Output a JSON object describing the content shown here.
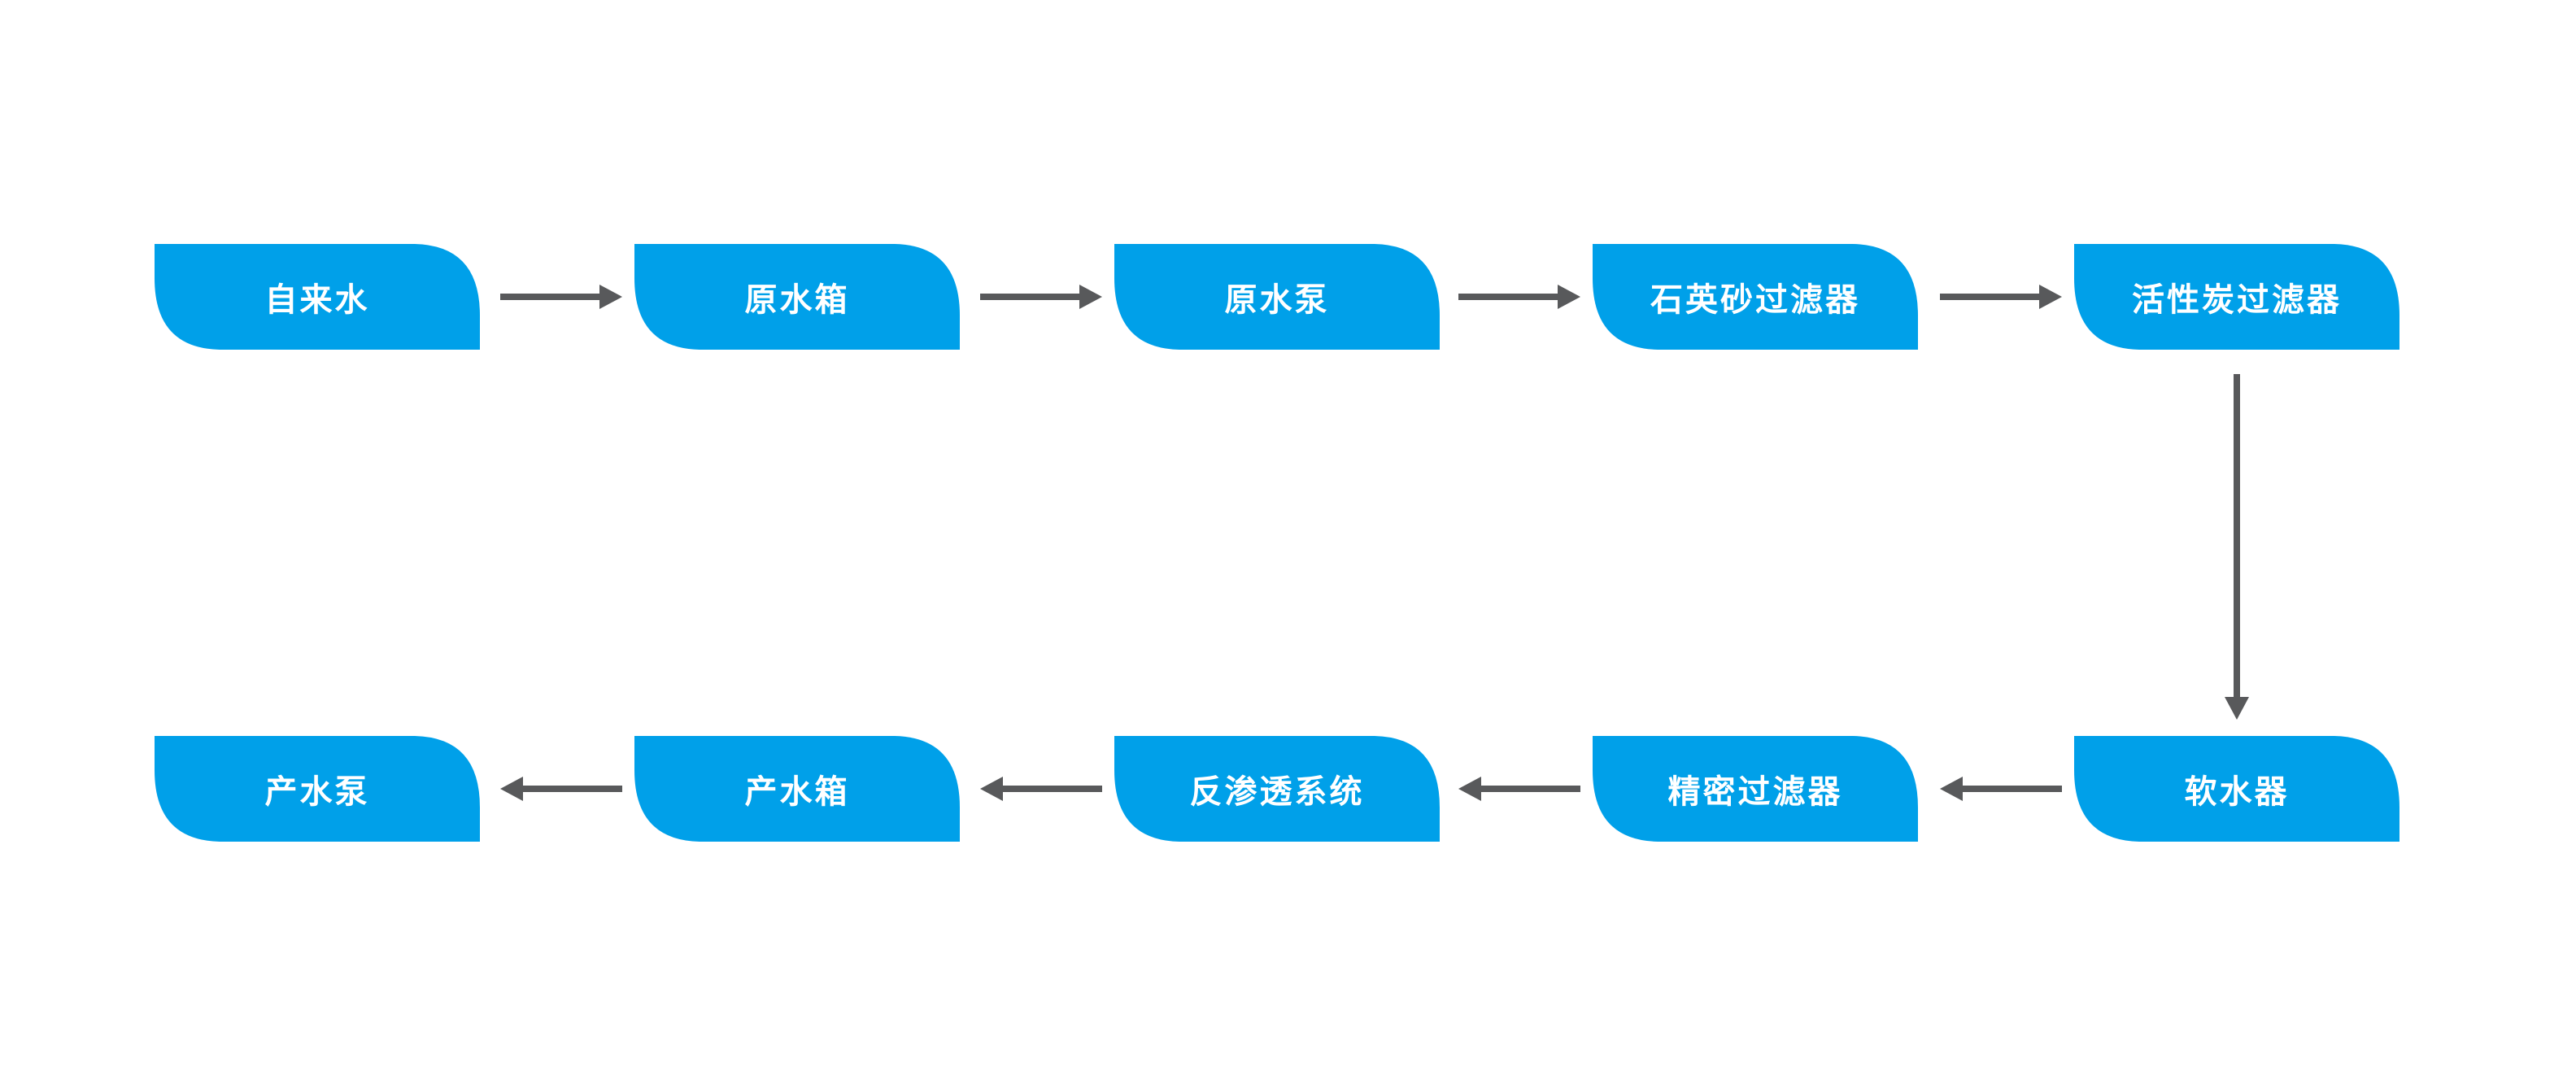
{
  "diagram": {
    "type": "flowchart",
    "subject": "water treatment process flow",
    "node_fill_color": "#00A0E9",
    "node_text_color": "#FFFFFF",
    "arrow_color": "#58595B",
    "background_color": "#FFFFFF",
    "nodes": [
      {
        "id": "tap-water",
        "label": "自来水",
        "row": "top",
        "col": 1
      },
      {
        "id": "raw-water-tank",
        "label": "原水箱",
        "row": "top",
        "col": 2
      },
      {
        "id": "raw-water-pump",
        "label": "原水泵",
        "row": "top",
        "col": 3
      },
      {
        "id": "quartz-sand-filter",
        "label": "石英砂过滤器",
        "row": "top",
        "col": 4
      },
      {
        "id": "activated-carbon-filter",
        "label": "活性炭过滤器",
        "row": "top",
        "col": 5
      },
      {
        "id": "water-softener",
        "label": "软水器",
        "row": "bottom",
        "col": 5
      },
      {
        "id": "precision-filter",
        "label": "精密过滤器",
        "row": "bottom",
        "col": 4
      },
      {
        "id": "reverse-osmosis-system",
        "label": "反渗透系统",
        "row": "bottom",
        "col": 3
      },
      {
        "id": "product-water-tank",
        "label": "产水箱",
        "row": "bottom",
        "col": 2
      },
      {
        "id": "product-water-pump",
        "label": "产水泵",
        "row": "bottom",
        "col": 1
      }
    ],
    "flow_order": [
      "自来水",
      "原水箱",
      "原水泵",
      "石英砂过滤器",
      "活性炭过滤器",
      "软水器",
      "精密过滤器",
      "反渗透系统",
      "产水箱",
      "产水泵"
    ],
    "edges": [
      {
        "from": "自来水",
        "to": "原水箱",
        "direction": "right"
      },
      {
        "from": "原水箱",
        "to": "原水泵",
        "direction": "right"
      },
      {
        "from": "原水泵",
        "to": "石英砂过滤器",
        "direction": "right"
      },
      {
        "from": "石英砂过滤器",
        "to": "活性炭过滤器",
        "direction": "right"
      },
      {
        "from": "活性炭过滤器",
        "to": "软水器",
        "direction": "down"
      },
      {
        "from": "软水器",
        "to": "精密过滤器",
        "direction": "left"
      },
      {
        "from": "精密过滤器",
        "to": "反渗透系统",
        "direction": "left"
      },
      {
        "from": "反渗透系统",
        "to": "产水箱",
        "direction": "left"
      },
      {
        "from": "产水箱",
        "to": "产水泵",
        "direction": "left"
      }
    ]
  }
}
